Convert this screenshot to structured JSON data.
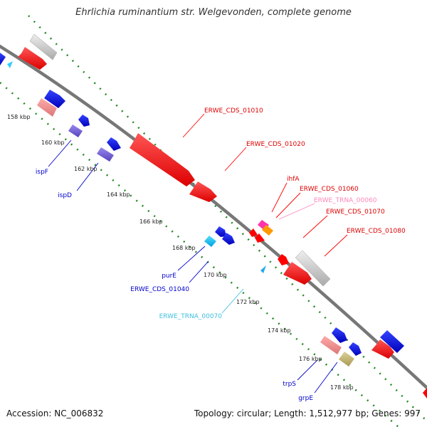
{
  "title": "Ehrlichia ruminantium str. Welgevonden, complete genome",
  "footer": {
    "accession": "Accession: NC_006832",
    "summary": "Topology: circular; Length: 1,512,977 bp; Genes: 997"
  },
  "ticks": [
    "158 kbp",
    "160 kbp",
    "162 kbp",
    "164 kbp",
    "166 kbp",
    "168 kbp",
    "170 kbp",
    "172 kbp",
    "174 kbp",
    "176 kbp",
    "178 kbp"
  ],
  "genes_outer": [
    "ERWE_CDS_01010",
    "ERWE_CDS_01020",
    "ihfA",
    "ERWE_CDS_01060",
    "ERWE_TRNA_00060",
    "ERWE_CDS_01070",
    "ERWE_CDS_01080"
  ],
  "genes_inner": [
    "ispF",
    "ispD",
    "purE",
    "ERWE_CDS_01040",
    "ERWE_TRNA_00070",
    "trpS",
    "grpE"
  ],
  "colors": {
    "cds_forward": "#ff0000",
    "cds_reverse": "#0000ff",
    "trna": "#00bfff",
    "trna_label": "#3fbfdf",
    "trna_pink_label": "#ff88bb",
    "backbone": "#888888",
    "tick_dots": "#228822",
    "pseudo_salmon": "#ee8888",
    "pseudo_purple": "#7766dd",
    "olive": "#c8bb77",
    "gray": "#bbbbbb",
    "orange": "#ff9900",
    "magenta": "#ff33aa"
  }
}
